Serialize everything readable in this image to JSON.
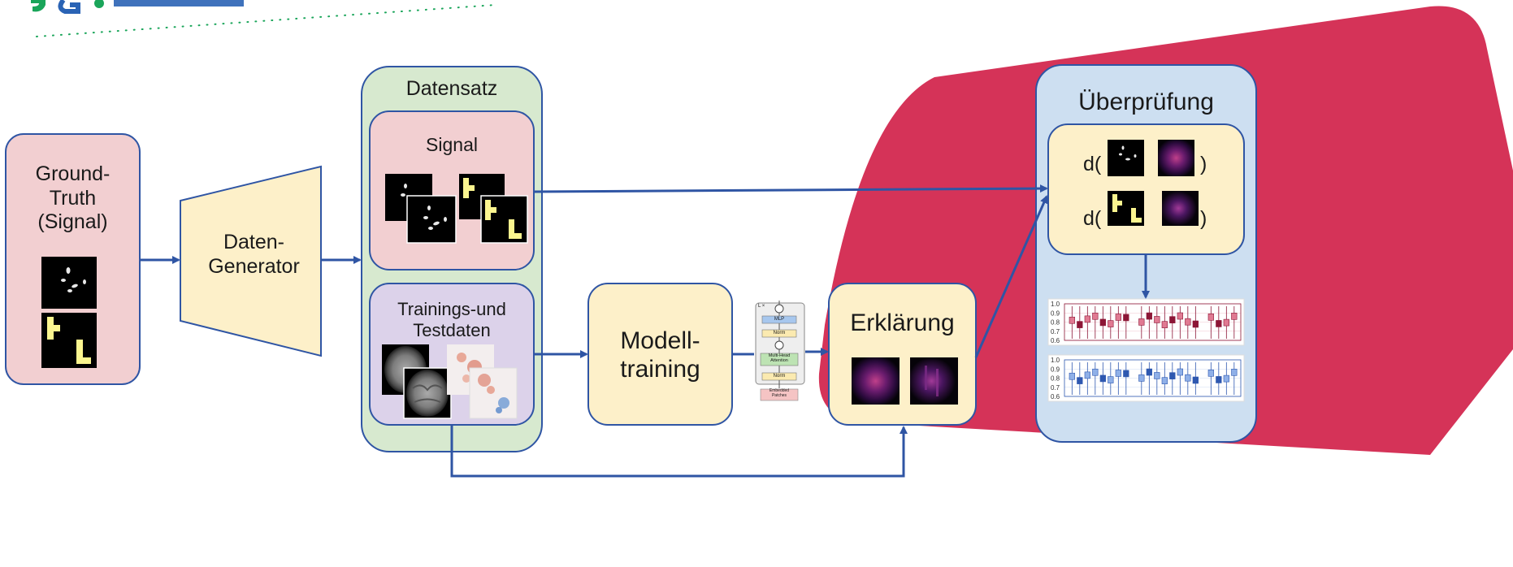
{
  "diagram": {
    "colors": {
      "arrow": "#2f55a4",
      "box_border": "#2f55a4",
      "pink": "#f2cfd1",
      "cream": "#fdf0c9",
      "green": "#d7e9cf",
      "purple": "#dcd2ea",
      "blue": "#cddff1",
      "magenta_shape": "#d53358",
      "logo_green": "#1aa55a",
      "logo_blue": "#2a63b5"
    },
    "ground_truth": {
      "label": "Ground-\nTruth\n(Signal)"
    },
    "generator": {
      "label": "Daten-\nGenerator"
    },
    "dataset": {
      "title": "Datensatz",
      "signal": {
        "label": "Signal"
      },
      "data": {
        "label": "Trainings-und\nTestdaten"
      }
    },
    "training": {
      "label": "Modell-\ntraining"
    },
    "transformer": {
      "repeat": "L ×",
      "mlp": "MLP",
      "norm": "Norm",
      "attention": "Multi-Head\nAttention",
      "embedded": "Embedded\nPatches"
    },
    "explanation": {
      "label": "Erklärung"
    },
    "check": {
      "title": "Überprüfung",
      "metric_open": "d(",
      "metric_close": ")",
      "axis_ticks": [
        "1.0",
        "0.9",
        "0.8",
        "0.7",
        "0.6"
      ]
    }
  }
}
